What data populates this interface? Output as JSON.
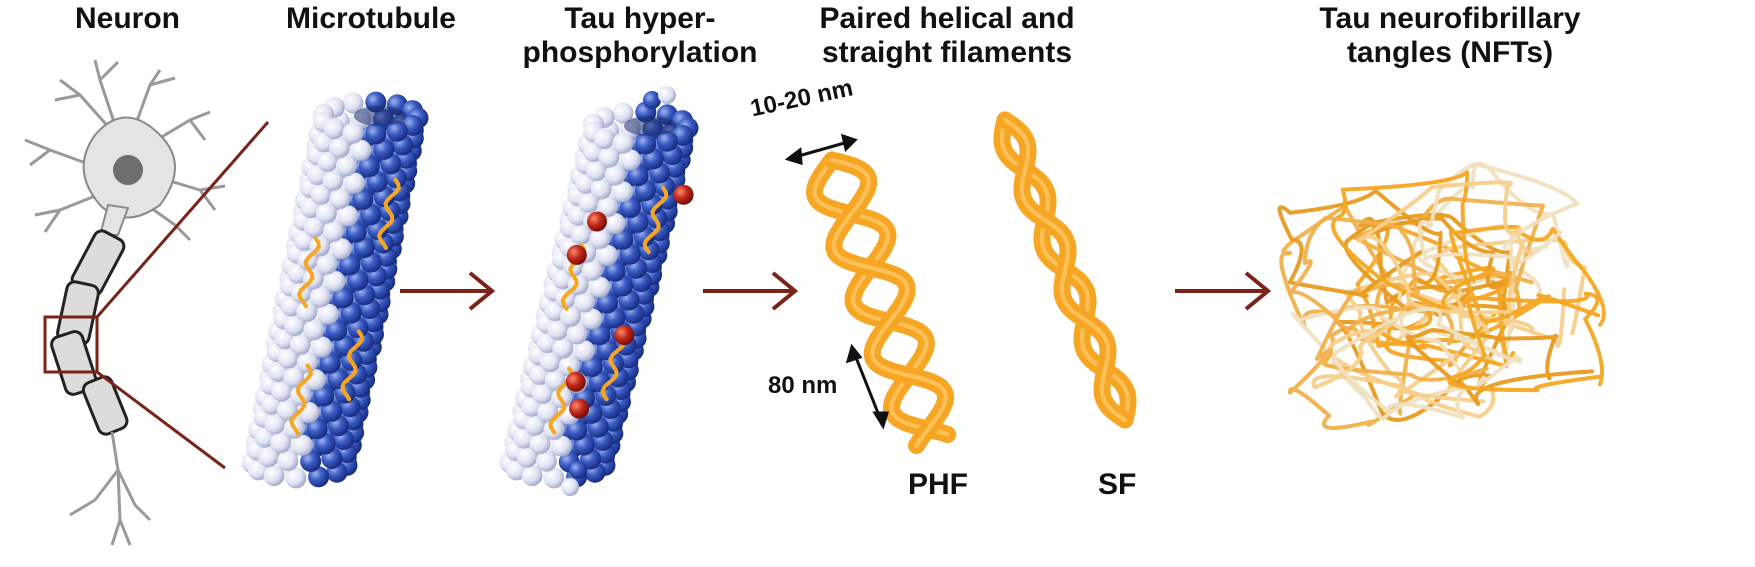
{
  "titles": {
    "neuron": "Neuron",
    "microtubule": "Microtubule",
    "tau_line1": "Tau hyper-",
    "tau_line2": "phosphorylation",
    "filaments_line1": "Paired helical and",
    "filaments_line2": "straight filaments",
    "nft_line1": "Tau neurofibrillary",
    "nft_line2": "tangles (NFTs)"
  },
  "labels": {
    "width": "10-20 nm",
    "period": "80 nm",
    "phf": "PHF",
    "sf": "SF"
  },
  "colors": {
    "arrow": "#7a2318",
    "filament": "#f6a623",
    "tubulin_dark": "#2a4aa8",
    "tubulin_light": "#e6e8f6",
    "phosphate": "#b01e12",
    "neuron_body": "#e4e4e4",
    "nucleus": "#6e6e6e"
  }
}
